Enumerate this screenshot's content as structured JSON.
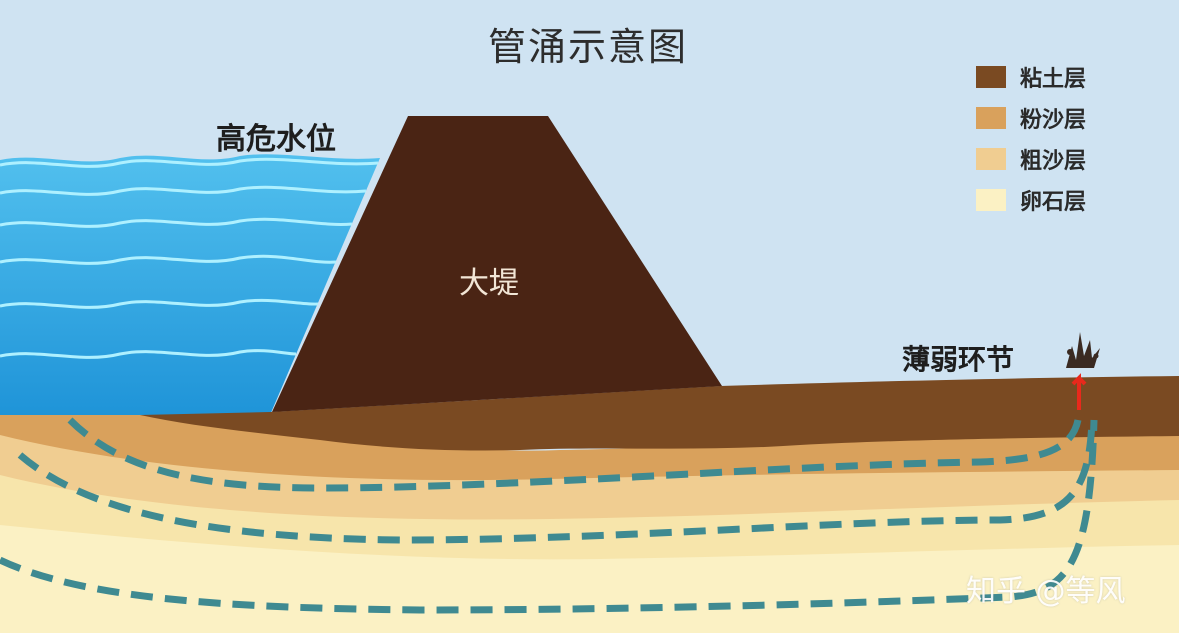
{
  "title": "管涌示意图",
  "labels": {
    "high_water": "高危水位",
    "levee": "大堤",
    "weak_point": "薄弱环节"
  },
  "legend": [
    {
      "label": "粘土层",
      "color": "#7a4a22"
    },
    {
      "label": "粉沙层",
      "color": "#d9a15c"
    },
    {
      "label": "粗沙层",
      "color": "#f0cd91"
    },
    {
      "label": "卵石层",
      "color": "#fbf1c4"
    }
  ],
  "colors": {
    "sky": "#cfe3f2",
    "water": "#2fa6e0",
    "wave": "#aef0ff",
    "levee": "#4a2414",
    "seepage_path": "#3f8a91",
    "boil_arrow": "#e8291c"
  },
  "watermark": "知乎 @等风"
}
